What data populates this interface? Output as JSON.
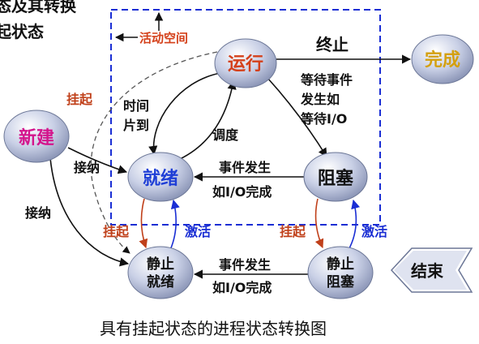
{
  "top_fragment_1": "态及其转换",
  "top_fragment_2": "起状态",
  "active_space_label": "活动空间",
  "nodes": {
    "running": "运行",
    "done": "完成",
    "new": "新建",
    "ready": "就绪",
    "blocked": "阻塞",
    "suspended_ready_1": "静止",
    "suspended_ready_2": "就绪",
    "suspended_blocked_1": "静止",
    "suspended_blocked_2": "阻塞",
    "end": "结束"
  },
  "edges": {
    "terminate": "终止",
    "wait_1": "等待事件",
    "wait_2": "发生如",
    "wait_3": "等待I/O",
    "timeslice_1": "时间",
    "timeslice_2": "片到",
    "dispatch": "调度",
    "event_1": "事件发生",
    "event_2": "如I/O完成",
    "event_bottom_1": "事件发生",
    "event_bottom_2": "如I/O完成",
    "admit_1": "接纳",
    "admit_2": "接纳",
    "suspend_running": "挂起",
    "suspend_ready": "挂起",
    "suspend_blocked": "挂起",
    "activate_ready": "激活",
    "activate_blocked": "激活"
  },
  "caption": "具有挂起状态的进程状态转换图",
  "colors": {
    "node_fill": "#c6cde3",
    "done_text": "#d4a010",
    "new_text": "#d4148c",
    "ready_text": "#1f3fd6",
    "running_text": "#d4401a",
    "suspend_color": "#c0401a",
    "activate_color": "#1a2ed4",
    "dashed_box": "#1a2ed4"
  }
}
